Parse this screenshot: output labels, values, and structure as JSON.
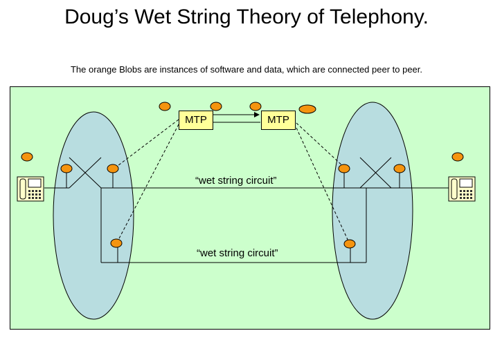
{
  "header": {
    "title": "Doug’s Wet String Theory of Telephony.",
    "subtitle": "The orange Blobs are instances of software and data, which are connected peer to peer."
  },
  "nodes": {
    "mtp_left": "MTP",
    "mtp_right": "MTP"
  },
  "circuits": {
    "upper": "“wet string circuit”",
    "lower": "“wet string circuit”"
  },
  "colors": {
    "panel_background": "#ccffcc",
    "switch_ellipse": "#b8dde0",
    "blob": "#f5940f",
    "mtp_box": "#ffff99",
    "phone_body": "#ffffcc"
  }
}
